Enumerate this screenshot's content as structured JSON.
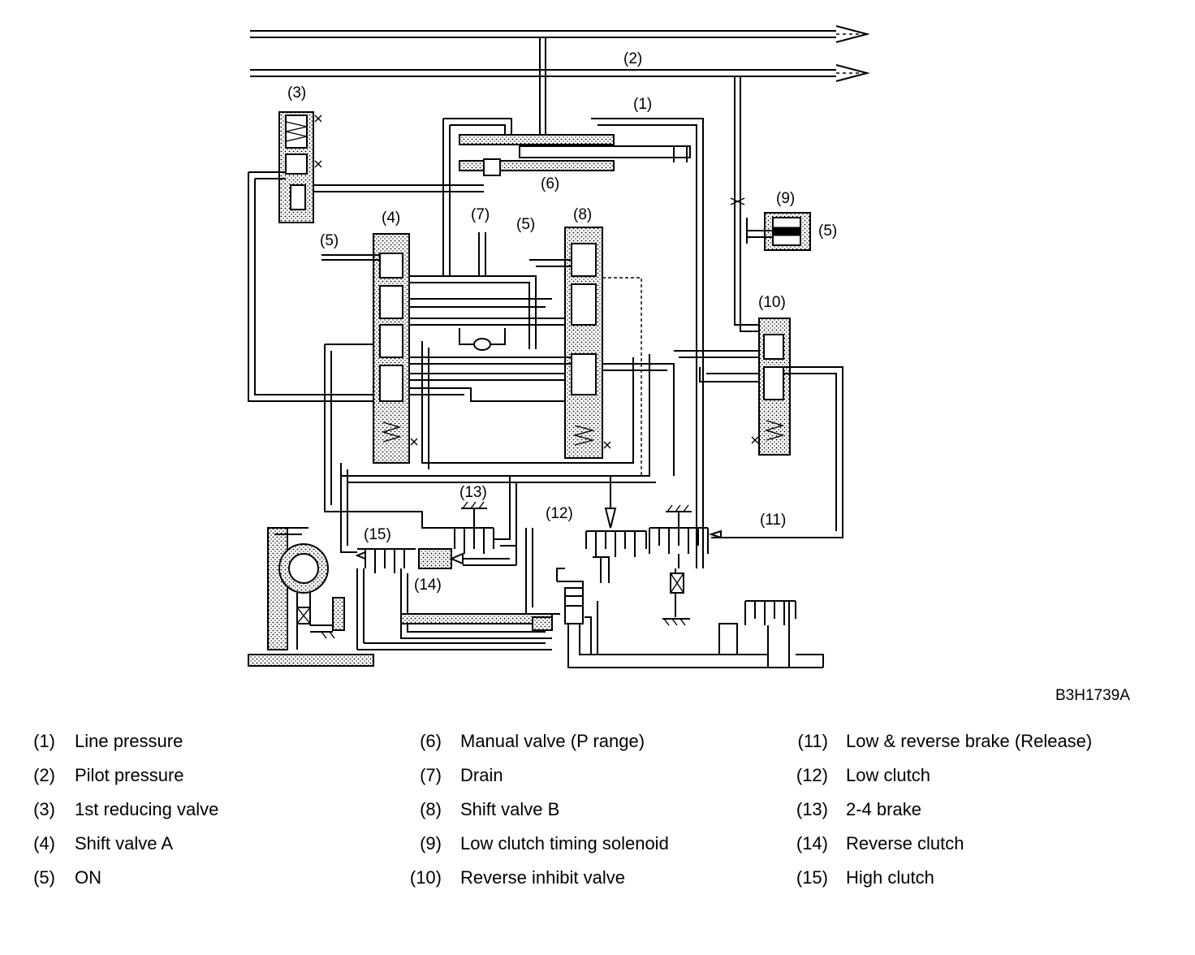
{
  "figure_code": "B3H1739A",
  "callouts": {
    "c1": "(1)",
    "c2": "(2)",
    "c3": "(3)",
    "c4": "(4)",
    "c5a": "(5)",
    "c5b": "(5)",
    "c5c": "(5)",
    "c6": "(6)",
    "c7": "(7)",
    "c8": "(8)",
    "c9": "(9)",
    "c10": "(10)",
    "c11": "(11)",
    "c12": "(12)",
    "c13": "(13)",
    "c14": "(14)",
    "c15": "(15)"
  },
  "legend": [
    {
      "num": "(1)",
      "text": "Line pressure"
    },
    {
      "num": "(2)",
      "text": "Pilot pressure"
    },
    {
      "num": "(3)",
      "text": "1st reducing valve"
    },
    {
      "num": "(4)",
      "text": "Shift valve A"
    },
    {
      "num": "(5)",
      "text": "ON"
    },
    {
      "num": "(6)",
      "text": "Manual valve (P range)"
    },
    {
      "num": "(7)",
      "text": "Drain"
    },
    {
      "num": "(8)",
      "text": "Shift valve B"
    },
    {
      "num": "(9)",
      "text": "Low clutch timing solenoid"
    },
    {
      "num": "(10)",
      "text": "Reverse inhibit valve"
    },
    {
      "num": "(11)",
      "text": "Low & reverse brake (Release)"
    },
    {
      "num": "(12)",
      "text": "Low clutch"
    },
    {
      "num": "(13)",
      "text": "2-4 brake"
    },
    {
      "num": "(14)",
      "text": "Reverse clutch"
    },
    {
      "num": "(15)",
      "text": "High clutch"
    }
  ]
}
